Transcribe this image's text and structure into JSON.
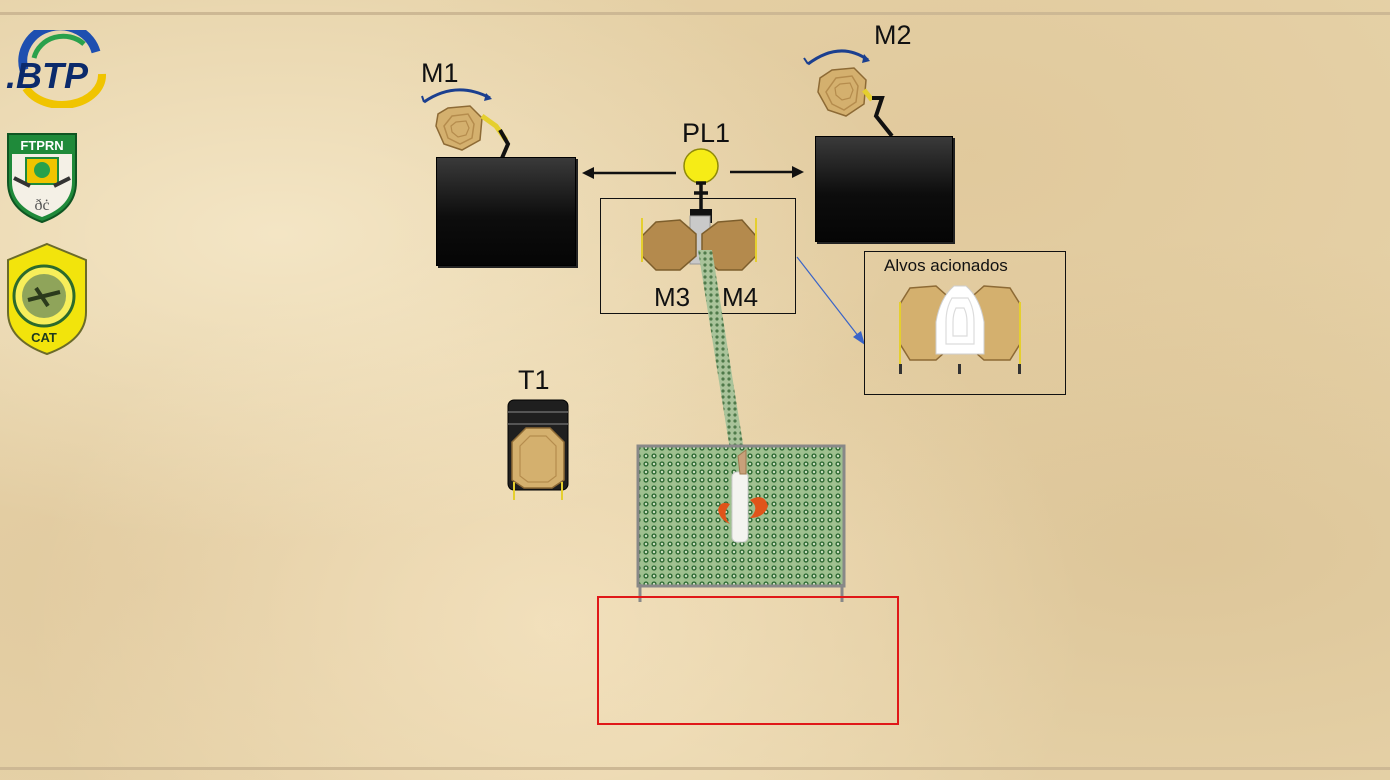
{
  "labels": {
    "m1": "M1",
    "m2": "M2",
    "pl1": "PL1",
    "m3": "M3",
    "m4": "M4",
    "t1": "T1"
  },
  "legend": {
    "title": "Alvos acionados"
  },
  "logos": {
    "btp": ".BTP",
    "ftprn": "FTPRN",
    "cat": "CAT"
  },
  "colors": {
    "target_tan": "#c9a263",
    "target_outline": "#8d6a35",
    "popper_yellow": "#f6ec16",
    "wall_black": "#0d0d0d",
    "fault_line_red": "#e01818",
    "mesh_green": "#8fae82",
    "hand_orange": "#e0541a"
  }
}
